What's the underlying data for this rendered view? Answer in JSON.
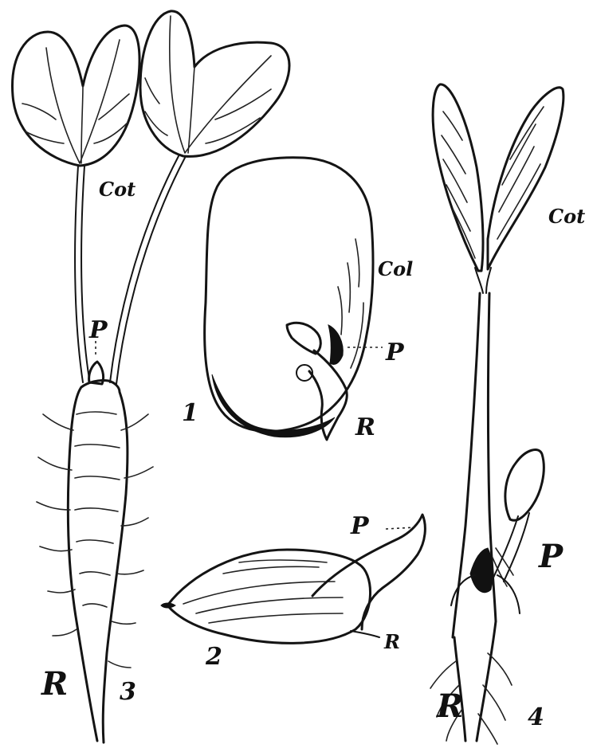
{
  "labels": {
    "cot": "Cot",
    "cot_seed": "Col",
    "plumule": "P",
    "radicle": "R"
  },
  "figure_numbers": {
    "fig1": "1",
    "fig2": "2",
    "fig3": "3",
    "fig4": "4"
  }
}
